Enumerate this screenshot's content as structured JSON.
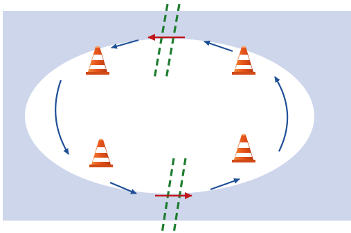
{
  "scene": {
    "background_color": "#ffffff",
    "field_color": "#cdd6eb",
    "track_color": "#ffffff",
    "arrow_color": "#1f4f96",
    "red_arrow_color": "#c0171c",
    "dash_line_color": "#1e7d2f",
    "cone_orange": "#e8541a",
    "cone_stripe": "#ffffff"
  },
  "cones": [
    {
      "icon": "traffic-cone-icon"
    },
    {
      "icon": "traffic-cone-icon"
    },
    {
      "icon": "traffic-cone-icon"
    },
    {
      "icon": "traffic-cone-icon"
    }
  ],
  "arrows": {
    "travel_direction": "counterclockwise",
    "blue_count": 6,
    "red_count": 2
  },
  "gates": {
    "count": 2,
    "style": "double dashed line"
  }
}
